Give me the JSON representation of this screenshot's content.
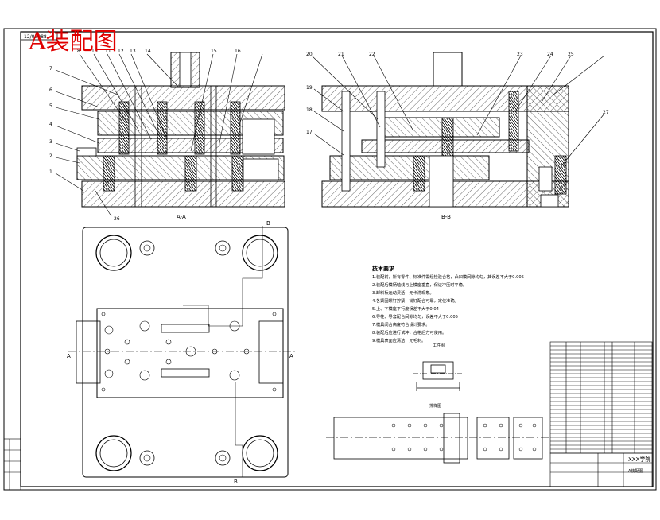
{
  "title": "A装配图",
  "sheet_code": "12/03088",
  "section_labels": {
    "aa": "A-A",
    "bb": "B-B"
  },
  "cut_labels": {
    "b_top": "B",
    "b_bottom": "B",
    "a_left": "A",
    "a_right": "A"
  },
  "part_callouts_left": [
    "7",
    "6",
    "5",
    "4",
    "3",
    "2",
    "1"
  ],
  "part_callouts_top_aa": [
    "8",
    "10",
    "11",
    "12",
    "13",
    "14",
    "15",
    "16"
  ],
  "part_callout_bottom_aa": "26",
  "part_callouts_left_bb": [
    "19",
    "18",
    "17"
  ],
  "part_callouts_top_bb": [
    "20",
    "21",
    "22",
    "23",
    "24",
    "25"
  ],
  "part_callout_right_bb": "27",
  "tech_req_title": "技术要求",
  "tech_req_lines": [
    "1.装配前，所有零件、标准件需经检验合格，凸凹模间隙均匀，其误差不大于0.005",
    "2.装配后模柄轴线与上模座垂直，保证冲压时平稳。",
    "3.卸料板运动灵活，无卡滞现象。",
    "4.各紧固螺钉拧紧，销钉配合可靠，定位准确。",
    "5.上、下模座平行度误差不大于0.04",
    "6.导柱、导套配合间隙均匀，误差不大于0.005",
    "7.模具闭合高度符合设计要求。",
    "8.装配后应进行试冲，合格后方可使用。",
    "9.模具表面应清洁，无毛刺。"
  ],
  "workpiece_label": "工件图",
  "layout_label": "排样图",
  "title_block": {
    "company": "XXX学院",
    "drawing_name": "A装配图"
  }
}
